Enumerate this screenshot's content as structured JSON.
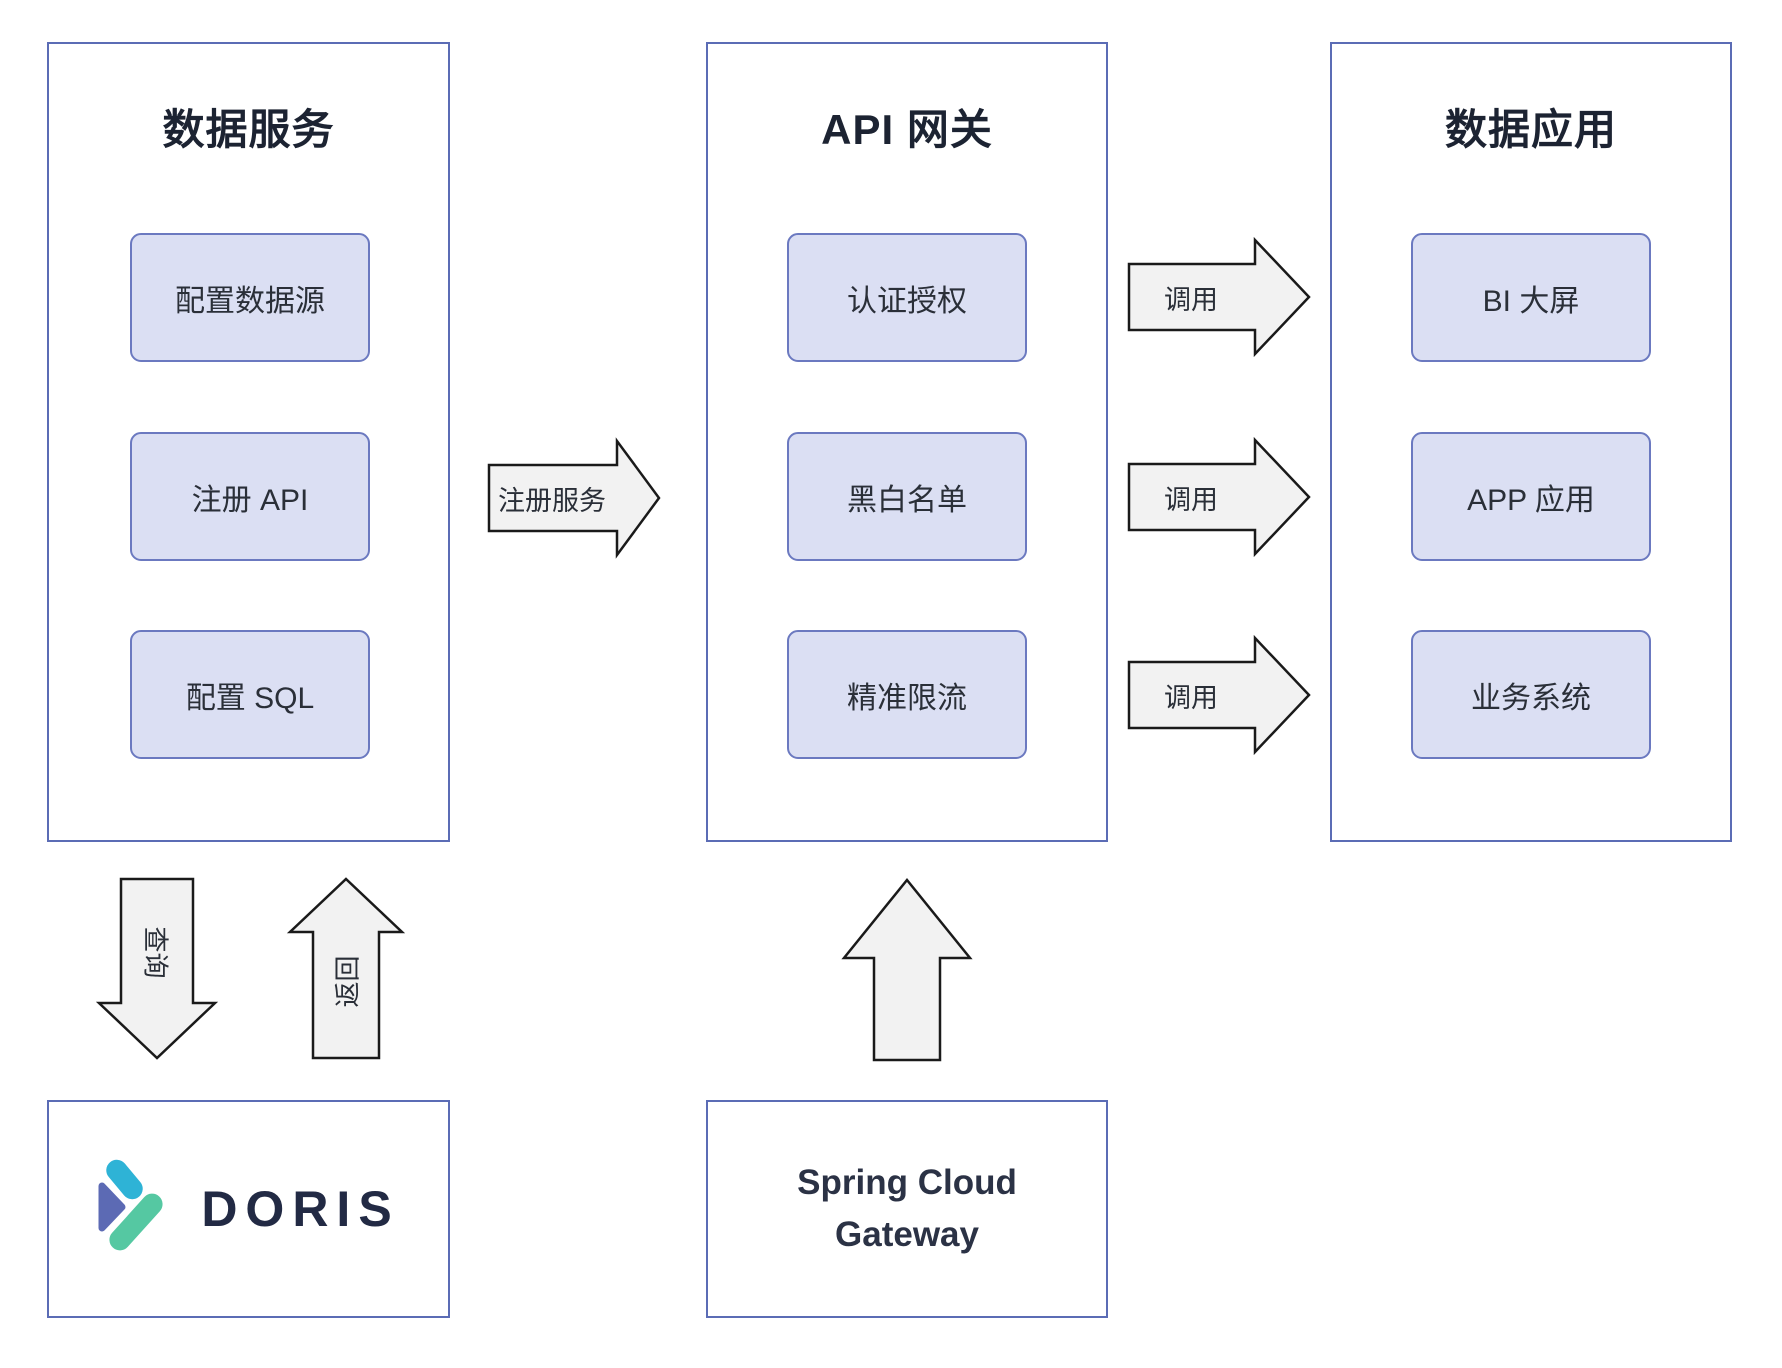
{
  "panels": [
    {
      "title": "数据服务",
      "items": [
        "配置数据源",
        "注册 API",
        "配置 SQL"
      ]
    },
    {
      "title": "API 网关",
      "items": [
        "认证授权",
        "黑白名单",
        "精准限流"
      ]
    },
    {
      "title": "数据应用",
      "items": [
        "BI 大屏",
        "APP 应用",
        "业务系统"
      ]
    }
  ],
  "arrows": {
    "register": "注册服务",
    "calls": [
      "调用",
      "调用",
      "调用"
    ],
    "query": "查询",
    "back": "返回"
  },
  "bottom": {
    "doris": "DORIS",
    "gateway": "Spring Cloud Gateway"
  },
  "colors": {
    "panel_border": "#5b6cb5",
    "node_fill": "#dbdff3",
    "node_border": "#6b79c0",
    "arrow_fill": "#f2f2f2",
    "arrow_stroke": "#1a1a1a",
    "title_text": "#1c2332",
    "doris_indigo": "#5c6ab4",
    "doris_teal": "#2eb3d6",
    "doris_green": "#55c8a2",
    "doris_text": "#222a44"
  }
}
